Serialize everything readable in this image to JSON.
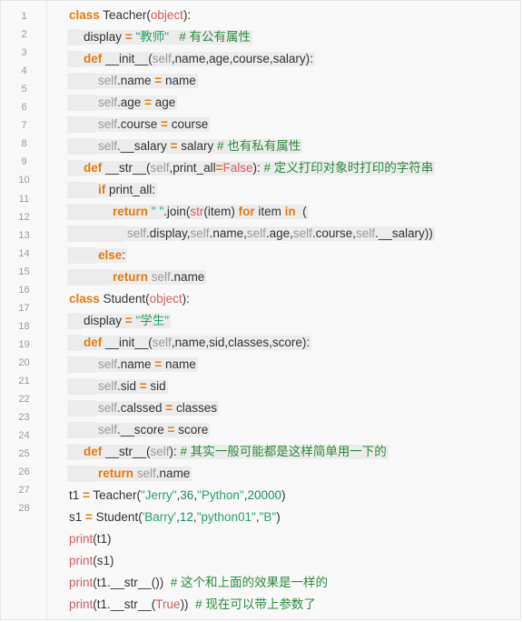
{
  "line_numbers": [
    "1",
    "2",
    "3",
    "4",
    "5",
    "6",
    "7",
    "8",
    "9",
    "10",
    "11",
    "12",
    "13",
    "14",
    "15",
    "16",
    "17",
    "18",
    "19",
    "20",
    "21",
    "22",
    "23",
    "24",
    "25",
    "26",
    "27",
    "28"
  ],
  "code_lines": [
    {
      "indent": "base",
      "tokens": [
        {
          "t": "class",
          "c": "kw"
        },
        {
          "t": " Teacher(",
          "c": "pl"
        },
        {
          "t": "object",
          "c": "bi"
        },
        {
          "t": "):",
          "c": "pl"
        }
      ]
    },
    {
      "indent": "i1",
      "tokens": [
        {
          "t": "display ",
          "c": "pl"
        },
        {
          "t": "=",
          "c": "op"
        },
        {
          "t": " ",
          "c": "pl"
        },
        {
          "t": "\"教师\"",
          "c": "st"
        },
        {
          "t": "   ",
          "c": "pl"
        },
        {
          "t": "# 有公有属性",
          "c": "cm"
        }
      ]
    },
    {
      "indent": "i1",
      "tokens": [
        {
          "t": "def",
          "c": "kw"
        },
        {
          "t": " __init__(",
          "c": "pl"
        },
        {
          "t": "self",
          "c": "sf"
        },
        {
          "t": ",name,age,course,salary):",
          "c": "pl"
        }
      ]
    },
    {
      "indent": "i3",
      "tokens": [
        {
          "t": "self",
          "c": "sf"
        },
        {
          "t": ".name ",
          "c": "pl"
        },
        {
          "t": "=",
          "c": "op"
        },
        {
          "t": " name",
          "c": "pl"
        }
      ]
    },
    {
      "indent": "i3",
      "tokens": [
        {
          "t": "self",
          "c": "sf"
        },
        {
          "t": ".age ",
          "c": "pl"
        },
        {
          "t": "=",
          "c": "op"
        },
        {
          "t": " age",
          "c": "pl"
        }
      ]
    },
    {
      "indent": "i3",
      "tokens": [
        {
          "t": "self",
          "c": "sf"
        },
        {
          "t": ".course ",
          "c": "pl"
        },
        {
          "t": "=",
          "c": "op"
        },
        {
          "t": " course",
          "c": "pl"
        }
      ]
    },
    {
      "indent": "i3",
      "tokens": [
        {
          "t": "self",
          "c": "sf"
        },
        {
          "t": ".__salary ",
          "c": "pl"
        },
        {
          "t": "=",
          "c": "op"
        },
        {
          "t": " salary ",
          "c": "pl"
        },
        {
          "t": "# 也有私有属性",
          "c": "cm"
        }
      ]
    },
    {
      "indent": "i1",
      "tokens": [
        {
          "t": "def",
          "c": "kw"
        },
        {
          "t": " __str__(",
          "c": "pl"
        },
        {
          "t": "self",
          "c": "sf"
        },
        {
          "t": ",print_all",
          "c": "pl"
        },
        {
          "t": "=",
          "c": "op"
        },
        {
          "t": "False",
          "c": "bi"
        },
        {
          "t": "): ",
          "c": "pl"
        },
        {
          "t": "# 定义打印对象时打印的字符串",
          "c": "cm"
        }
      ]
    },
    {
      "indent": "i3",
      "tokens": [
        {
          "t": "if",
          "c": "kw"
        },
        {
          "t": " print_all:",
          "c": "pl"
        }
      ]
    },
    {
      "indent": "i2x",
      "tokens": [
        {
          "t": "return",
          "c": "kw"
        },
        {
          "t": " ",
          "c": "pl"
        },
        {
          "t": "\" \"",
          "c": "st"
        },
        {
          "t": ".join(",
          "c": "pl"
        },
        {
          "t": "str",
          "c": "bi"
        },
        {
          "t": "(item) ",
          "c": "pl"
        },
        {
          "t": "for",
          "c": "kw"
        },
        {
          "t": " item ",
          "c": "pl"
        },
        {
          "t": "in",
          "c": "kw"
        },
        {
          "t": "  (",
          "c": "pl"
        }
      ]
    },
    {
      "indent": "i5x",
      "tokens": [
        {
          "t": "self",
          "c": "sf"
        },
        {
          "t": ".display,",
          "c": "pl"
        },
        {
          "t": "self",
          "c": "sf"
        },
        {
          "t": ".name,",
          "c": "pl"
        },
        {
          "t": "self",
          "c": "sf"
        },
        {
          "t": ".age,",
          "c": "pl"
        },
        {
          "t": "self",
          "c": "sf"
        },
        {
          "t": ".course,",
          "c": "pl"
        },
        {
          "t": "self",
          "c": "sf"
        },
        {
          "t": ".__salary))",
          "c": "pl"
        }
      ]
    },
    {
      "indent": "i3",
      "tokens": [
        {
          "t": "else",
          "c": "kw"
        },
        {
          "t": ":",
          "c": "pl"
        }
      ]
    },
    {
      "indent": "i2x",
      "tokens": [
        {
          "t": "return",
          "c": "kw"
        },
        {
          "t": " ",
          "c": "pl"
        },
        {
          "t": "self",
          "c": "sf"
        },
        {
          "t": ".name",
          "c": "pl"
        }
      ]
    },
    {
      "indent": "base",
      "tokens": [
        {
          "t": "class",
          "c": "kw"
        },
        {
          "t": " Student(",
          "c": "pl"
        },
        {
          "t": "object",
          "c": "bi"
        },
        {
          "t": "):",
          "c": "pl"
        }
      ]
    },
    {
      "indent": "i1",
      "tokens": [
        {
          "t": "display ",
          "c": "pl"
        },
        {
          "t": "=",
          "c": "op"
        },
        {
          "t": " ",
          "c": "pl"
        },
        {
          "t": "\"学生\"",
          "c": "st"
        }
      ]
    },
    {
      "indent": "i1",
      "tokens": [
        {
          "t": "def",
          "c": "kw"
        },
        {
          "t": " __init__(",
          "c": "pl"
        },
        {
          "t": "self",
          "c": "sf"
        },
        {
          "t": ",name,sid,classes,score):",
          "c": "pl"
        }
      ]
    },
    {
      "indent": "i3",
      "tokens": [
        {
          "t": "self",
          "c": "sf"
        },
        {
          "t": ".name ",
          "c": "pl"
        },
        {
          "t": "=",
          "c": "op"
        },
        {
          "t": " name",
          "c": "pl"
        }
      ]
    },
    {
      "indent": "i3",
      "tokens": [
        {
          "t": "self",
          "c": "sf"
        },
        {
          "t": ".sid ",
          "c": "pl"
        },
        {
          "t": "=",
          "c": "op"
        },
        {
          "t": " sid",
          "c": "pl"
        }
      ]
    },
    {
      "indent": "i3",
      "tokens": [
        {
          "t": "self",
          "c": "sf"
        },
        {
          "t": ".calssed ",
          "c": "pl"
        },
        {
          "t": "=",
          "c": "op"
        },
        {
          "t": " classes",
          "c": "pl"
        }
      ]
    },
    {
      "indent": "i3",
      "tokens": [
        {
          "t": "self",
          "c": "sf"
        },
        {
          "t": ".__score ",
          "c": "pl"
        },
        {
          "t": "=",
          "c": "op"
        },
        {
          "t": " score",
          "c": "pl"
        }
      ]
    },
    {
      "indent": "i1",
      "tokens": [
        {
          "t": "def",
          "c": "kw"
        },
        {
          "t": " __str__(",
          "c": "pl"
        },
        {
          "t": "self",
          "c": "sf"
        },
        {
          "t": "): ",
          "c": "pl"
        },
        {
          "t": "# 其实一般可能都是这样简单用一下的",
          "c": "cm"
        }
      ]
    },
    {
      "indent": "i3",
      "tokens": [
        {
          "t": "return",
          "c": "kw"
        },
        {
          "t": " ",
          "c": "pl"
        },
        {
          "t": "self",
          "c": "sf"
        },
        {
          "t": ".name",
          "c": "pl"
        }
      ]
    },
    {
      "indent": "base",
      "tokens": [
        {
          "t": "t1 ",
          "c": "pl"
        },
        {
          "t": "=",
          "c": "op"
        },
        {
          "t": " Teacher(",
          "c": "pl"
        },
        {
          "t": "\"Jerry\"",
          "c": "st"
        },
        {
          "t": ",",
          "c": "pl"
        },
        {
          "t": "36",
          "c": "nm"
        },
        {
          "t": ",",
          "c": "pl"
        },
        {
          "t": "\"Python\"",
          "c": "st"
        },
        {
          "t": ",",
          "c": "pl"
        },
        {
          "t": "20000",
          "c": "nm"
        },
        {
          "t": ")",
          "c": "pl"
        }
      ]
    },
    {
      "indent": "base",
      "tokens": [
        {
          "t": "s1 ",
          "c": "pl"
        },
        {
          "t": "=",
          "c": "op"
        },
        {
          "t": " Student(",
          "c": "pl"
        },
        {
          "t": "'Barry'",
          "c": "st"
        },
        {
          "t": ",",
          "c": "pl"
        },
        {
          "t": "12",
          "c": "nm"
        },
        {
          "t": ",",
          "c": "pl"
        },
        {
          "t": "\"python01\"",
          "c": "st"
        },
        {
          "t": ",",
          "c": "pl"
        },
        {
          "t": "\"B\"",
          "c": "st"
        },
        {
          "t": ")",
          "c": "pl"
        }
      ]
    },
    {
      "indent": "base",
      "tokens": [
        {
          "t": "print",
          "c": "bi"
        },
        {
          "t": "(t1)",
          "c": "pl"
        }
      ]
    },
    {
      "indent": "base",
      "tokens": [
        {
          "t": "print",
          "c": "bi"
        },
        {
          "t": "(s1)",
          "c": "pl"
        }
      ]
    },
    {
      "indent": "base",
      "tokens": [
        {
          "t": "print",
          "c": "bi"
        },
        {
          "t": "(t1.__str__())  ",
          "c": "pl"
        },
        {
          "t": "# 这个和上面的效果是一样的",
          "c": "cm"
        }
      ]
    },
    {
      "indent": "base",
      "tokens": [
        {
          "t": "print",
          "c": "bi"
        },
        {
          "t": "(t1.__str__(",
          "c": "pl"
        },
        {
          "t": "True",
          "c": "bi"
        },
        {
          "t": "))  ",
          "c": "pl"
        },
        {
          "t": "# 现在可以带上参数了",
          "c": "cm"
        }
      ]
    }
  ]
}
